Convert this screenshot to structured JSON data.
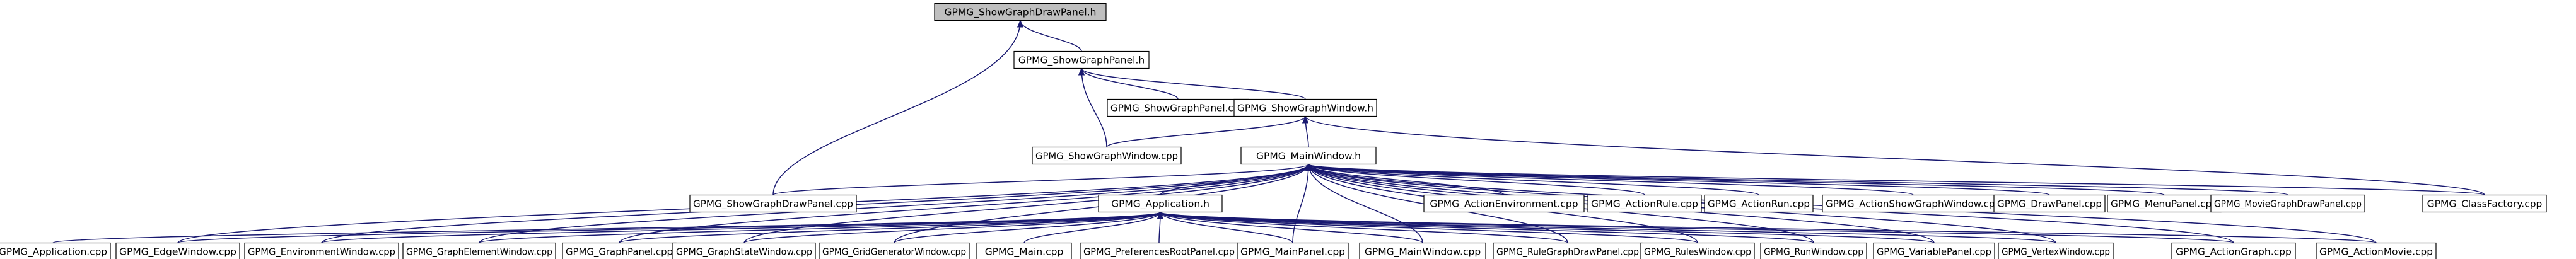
{
  "graph": {
    "type": "include-dependency-graph",
    "root": "GPMG_ShowGraphDrawPanel.h",
    "style": {
      "edge_color": "#191970",
      "node_border_color": "#000000",
      "node_fill": "#ffffff",
      "root_fill": "#bfbfbf",
      "text_color": "#000000"
    },
    "nodes": [
      {
        "id": "n0",
        "label": "GPMG_ShowGraphDrawPanel.h",
        "root": true
      },
      {
        "id": "n1",
        "label": "GPMG_ShowGraphPanel.h"
      },
      {
        "id": "n2",
        "label": "GPMG_ShowGraphPanel.cpp"
      },
      {
        "id": "n3",
        "label": "GPMG_ShowGraphWindow.h"
      },
      {
        "id": "n4",
        "label": "GPMG_ShowGraphWindow.cpp"
      },
      {
        "id": "n5",
        "label": "GPMG_MainWindow.h"
      },
      {
        "id": "n6",
        "label": "GPMG_ShowGraphDrawPanel.cpp"
      },
      {
        "id": "n7",
        "label": "GPMG_Application.h"
      },
      {
        "id": "n8",
        "label": "GPMG_ActionEnvironment.cpp"
      },
      {
        "id": "n9",
        "label": "GPMG_ActionRule.cpp"
      },
      {
        "id": "n10",
        "label": "GPMG_ActionRun.cpp"
      },
      {
        "id": "n11",
        "label": "GPMG_ActionShowGraphWindow.cpp"
      },
      {
        "id": "n12",
        "label": "GPMG_DrawPanel.cpp"
      },
      {
        "id": "n13",
        "label": "GPMG_MenuPanel.cpp"
      },
      {
        "id": "n14",
        "label": "GPMG_MovieGraphDrawPanel.cpp"
      },
      {
        "id": "n15",
        "label": "GPMG_ClassFactory.cpp"
      },
      {
        "id": "n16",
        "label": "GPMG_Application.cpp"
      },
      {
        "id": "n17",
        "label": "GPMG_EdgeWindow.cpp"
      },
      {
        "id": "n18",
        "label": "GPMG_EnvironmentWindow.cpp"
      },
      {
        "id": "n19",
        "label": "GPMG_GraphElementWindow.cpp"
      },
      {
        "id": "n20",
        "label": "GPMG_GraphPanel.cpp"
      },
      {
        "id": "n21",
        "label": "GPMG_GraphStateWindow.cpp"
      },
      {
        "id": "n22",
        "label": "GPMG_GridGeneratorWindow.cpp"
      },
      {
        "id": "n23",
        "label": "GPMG_Main.cpp"
      },
      {
        "id": "n24",
        "label": "GPMG_PreferencesRootPanel.cpp"
      },
      {
        "id": "n25",
        "label": "GPMG_MainPanel.cpp"
      },
      {
        "id": "n26",
        "label": "GPMG_MainWindow.cpp"
      },
      {
        "id": "n27",
        "label": "GPMG_RuleGraphDrawPanel.cpp"
      },
      {
        "id": "n28",
        "label": "GPMG_RulesWindow.cpp"
      },
      {
        "id": "n29",
        "label": "GPMG_RunWindow.cpp"
      },
      {
        "id": "n30",
        "label": "GPMG_VariablePanel.cpp"
      },
      {
        "id": "n31",
        "label": "GPMG_VertexWindow.cpp"
      },
      {
        "id": "n32",
        "label": "GPMG_ActionGraph.cpp"
      },
      {
        "id": "n33",
        "label": "GPMG_ActionMovie.cpp"
      }
    ],
    "edges": [
      [
        "n0",
        "n1"
      ],
      [
        "n0",
        "n6"
      ],
      [
        "n1",
        "n2"
      ],
      [
        "n1",
        "n3"
      ],
      [
        "n1",
        "n4"
      ],
      [
        "n3",
        "n4"
      ],
      [
        "n3",
        "n5"
      ],
      [
        "n3",
        "n15"
      ],
      [
        "n5",
        "n6"
      ],
      [
        "n5",
        "n7"
      ],
      [
        "n5",
        "n8"
      ],
      [
        "n5",
        "n9"
      ],
      [
        "n5",
        "n10"
      ],
      [
        "n5",
        "n11"
      ],
      [
        "n5",
        "n12"
      ],
      [
        "n5",
        "n13"
      ],
      [
        "n5",
        "n14"
      ],
      [
        "n5",
        "n15"
      ],
      [
        "n5",
        "n17"
      ],
      [
        "n5",
        "n18"
      ],
      [
        "n5",
        "n19"
      ],
      [
        "n5",
        "n20"
      ],
      [
        "n5",
        "n21"
      ],
      [
        "n5",
        "n22"
      ],
      [
        "n5",
        "n25"
      ],
      [
        "n5",
        "n26"
      ],
      [
        "n5",
        "n27"
      ],
      [
        "n5",
        "n28"
      ],
      [
        "n5",
        "n29"
      ],
      [
        "n5",
        "n30"
      ],
      [
        "n5",
        "n31"
      ],
      [
        "n5",
        "n32"
      ],
      [
        "n5",
        "n33"
      ],
      [
        "n7",
        "n16"
      ],
      [
        "n7",
        "n17"
      ],
      [
        "n7",
        "n18"
      ],
      [
        "n7",
        "n19"
      ],
      [
        "n7",
        "n20"
      ],
      [
        "n7",
        "n21"
      ],
      [
        "n7",
        "n22"
      ],
      [
        "n7",
        "n23"
      ],
      [
        "n7",
        "n24"
      ],
      [
        "n7",
        "n25"
      ],
      [
        "n7",
        "n26"
      ],
      [
        "n7",
        "n27"
      ],
      [
        "n7",
        "n28"
      ],
      [
        "n7",
        "n29"
      ],
      [
        "n7",
        "n30"
      ],
      [
        "n7",
        "n31"
      ],
      [
        "n7",
        "n32"
      ],
      [
        "n7",
        "n33"
      ]
    ]
  }
}
